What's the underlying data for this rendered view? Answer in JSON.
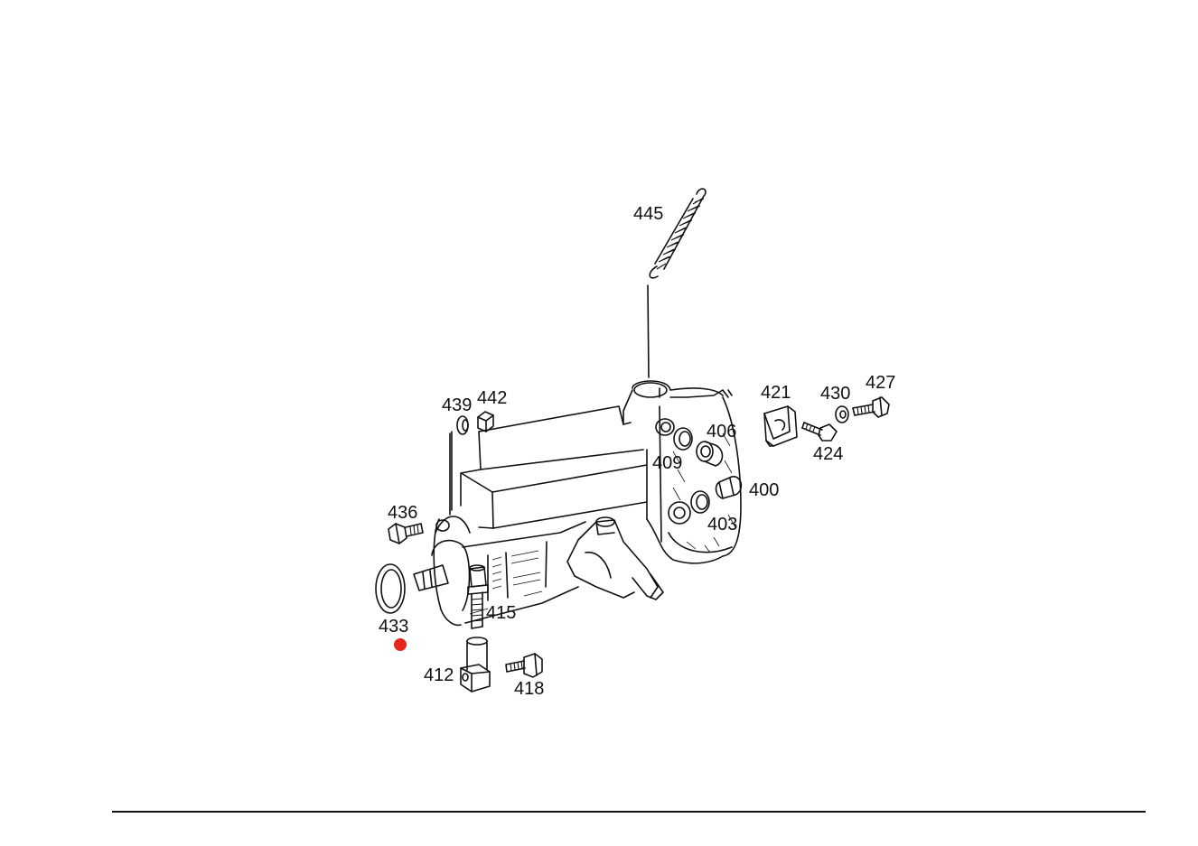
{
  "diagram": {
    "part_numbers": {
      "p445": "445",
      "p439": "439",
      "p442": "442",
      "p421": "421",
      "p430": "430",
      "p427": "427",
      "p406": "406",
      "p409": "409",
      "p424": "424",
      "p400": "400",
      "p403": "403",
      "p436": "436",
      "p433": "433",
      "p415": "415",
      "p412": "412",
      "p418": "418"
    },
    "highlight": {
      "part": "433",
      "color": "#e8251b"
    }
  }
}
